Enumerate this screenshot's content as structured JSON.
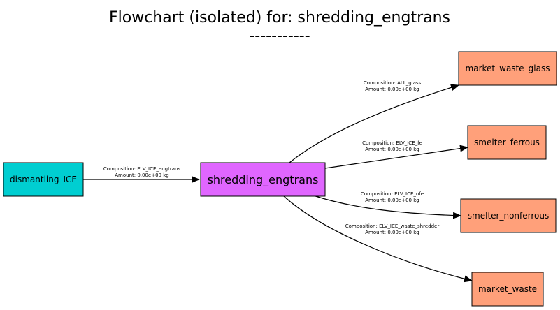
{
  "title": {
    "line1": "Flowchart (isolated) for: shredding_engtrans",
    "line2": "-----------"
  },
  "colors": {
    "source": "#00ced1",
    "process": "#e066ff",
    "target": "#ffa07a"
  },
  "nodes": {
    "dismantling": {
      "label": "dismantling_ICE"
    },
    "shredding": {
      "label": "shredding_engtrans"
    },
    "glass": {
      "label": "market_waste_glass"
    },
    "ferrous": {
      "label": "smelter_ferrous"
    },
    "nonferrous": {
      "label": "smelter_nonferrous"
    },
    "waste": {
      "label": "market_waste"
    }
  },
  "edges": {
    "e1": {
      "composition": "Composition: ELV_ICE_engtrans",
      "amount": "Amount: 0.00e+00 kg"
    },
    "e2": {
      "composition": "Composition: ALL_glass",
      "amount": "Amount: 0.00e+00 kg"
    },
    "e3": {
      "composition": "Composition: ELV_ICE_fe",
      "amount": "Amount: 0.00e+00 kg"
    },
    "e4": {
      "composition": "Composition: ELV_ICE_nfe",
      "amount": "Amount: 0.00e+00 kg"
    },
    "e5": {
      "composition": "Composition: ELV_ICE_waste_shredder",
      "amount": "Amount: 0.00e+00 kg"
    }
  }
}
